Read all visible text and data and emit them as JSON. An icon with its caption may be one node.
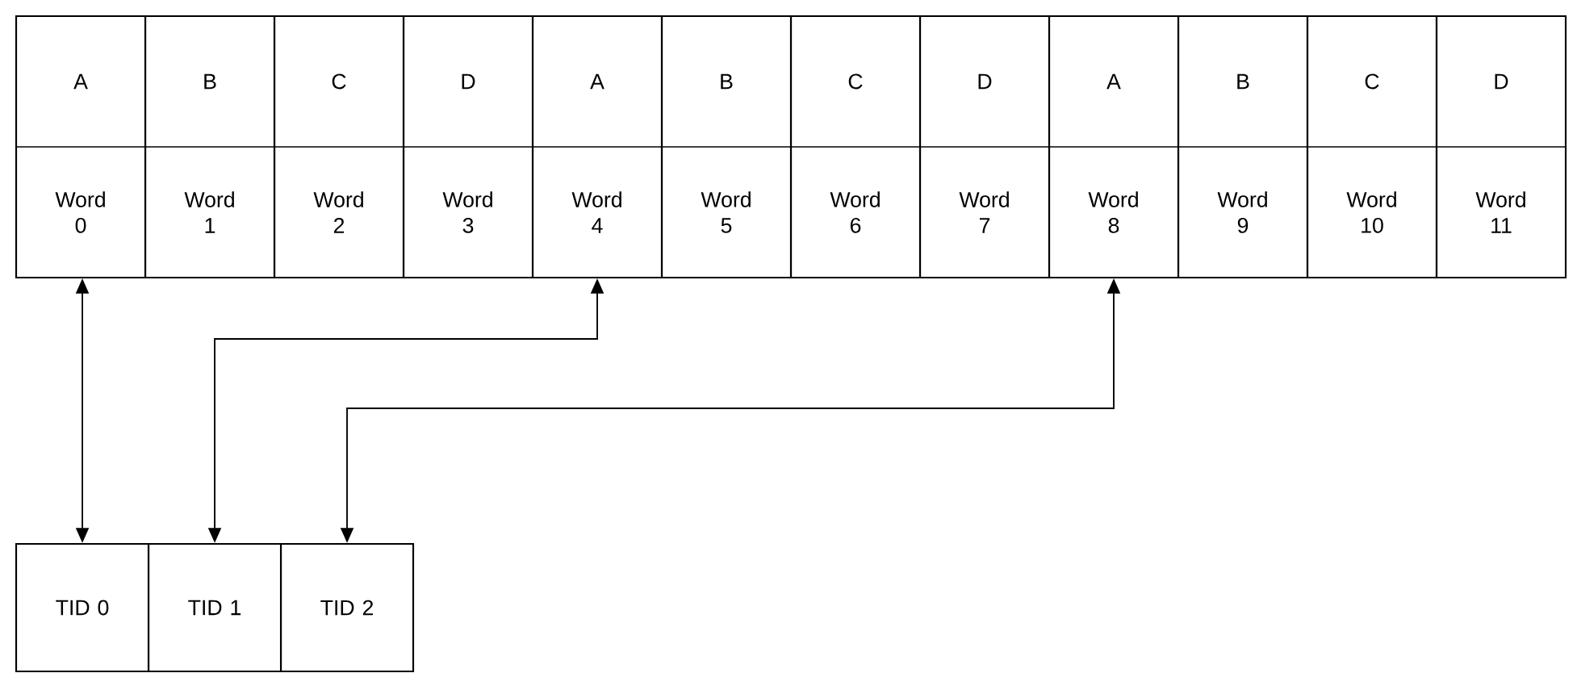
{
  "diagram": {
    "nodes": [
      {
        "text": [
          "A",
          "Word 0"
        ]
      },
      {
        "text": [
          "B",
          "Word 1"
        ]
      },
      {
        "text": [
          "C",
          "Word 2"
        ]
      },
      {
        "text": [
          "D",
          "Word 3"
        ]
      },
      {
        "text": [
          "A",
          "Word 4"
        ]
      },
      {
        "text": [
          "B",
          "Word 5"
        ]
      },
      {
        "text": [
          "C",
          "Word 6"
        ]
      },
      {
        "text": [
          "D",
          "Word 7"
        ]
      },
      {
        "text": [
          "A",
          "Word 8"
        ]
      },
      {
        "text": [
          "B",
          "Word 9"
        ]
      },
      {
        "text": [
          "C",
          "Word 10"
        ]
      },
      {
        "text": [
          "D",
          "Word 11"
        ]
      },
      {
        "text": [
          "TID 0"
        ]
      },
      {
        "text": [
          "TID 1"
        ]
      },
      {
        "text": [
          "TID 2"
        ]
      }
    ],
    "edges": [
      {
        "from": 12,
        "to": 0,
        "arrow": "both"
      },
      {
        "from": 13,
        "to": 4,
        "arrow": "both"
      },
      {
        "from": 14,
        "to": 8,
        "arrow": "both"
      }
    ]
  }
}
